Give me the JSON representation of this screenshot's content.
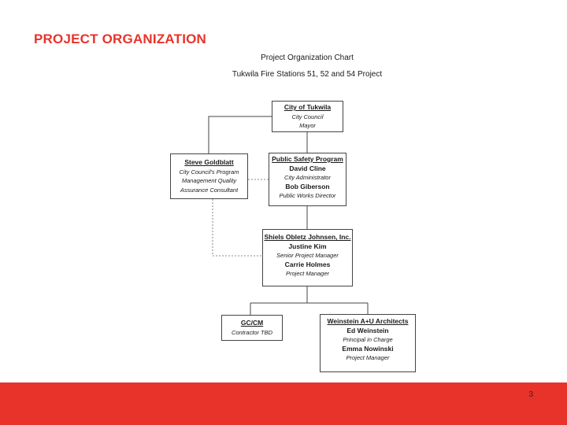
{
  "slide": {
    "title": "PROJECT ORGANIZATION",
    "page_number": "3"
  },
  "chart": {
    "title": "Project Organization Chart",
    "subtitle": "Tukwila Fire Stations 51, 52 and 54 Project",
    "nodes": {
      "city": {
        "org": "City of Tukwila",
        "line1": "City Council",
        "line2": "Mayor"
      },
      "safety": {
        "org": "Public Safety Program",
        "name1": "David Cline",
        "role1": "City Administrator",
        "name2": "Bob Giberson",
        "role2": "Public Works Director"
      },
      "goldblatt": {
        "org": "Steve Goldblatt",
        "line1": "City Council's Program",
        "line2": "Management Quality",
        "line3": "Assurance Consultant"
      },
      "sojo": {
        "org": "Shiels Obletz Johnsen, Inc.",
        "name1": "Justine Kim",
        "role1": "Senior Project Manager",
        "name2": "Carrie Holmes",
        "role2": "Project Manager"
      },
      "gccm": {
        "org": "GC/CM",
        "line1": "Contractor TBD"
      },
      "weinstein": {
        "org": "Weinstein A+U Architects",
        "name1": "Ed Weinstein",
        "role1": "Principal in Charge",
        "name2": "Emma Nowinski",
        "role2": "Project Manager"
      }
    }
  },
  "colors": {
    "accent": "#e8332a",
    "line": "#444444"
  }
}
